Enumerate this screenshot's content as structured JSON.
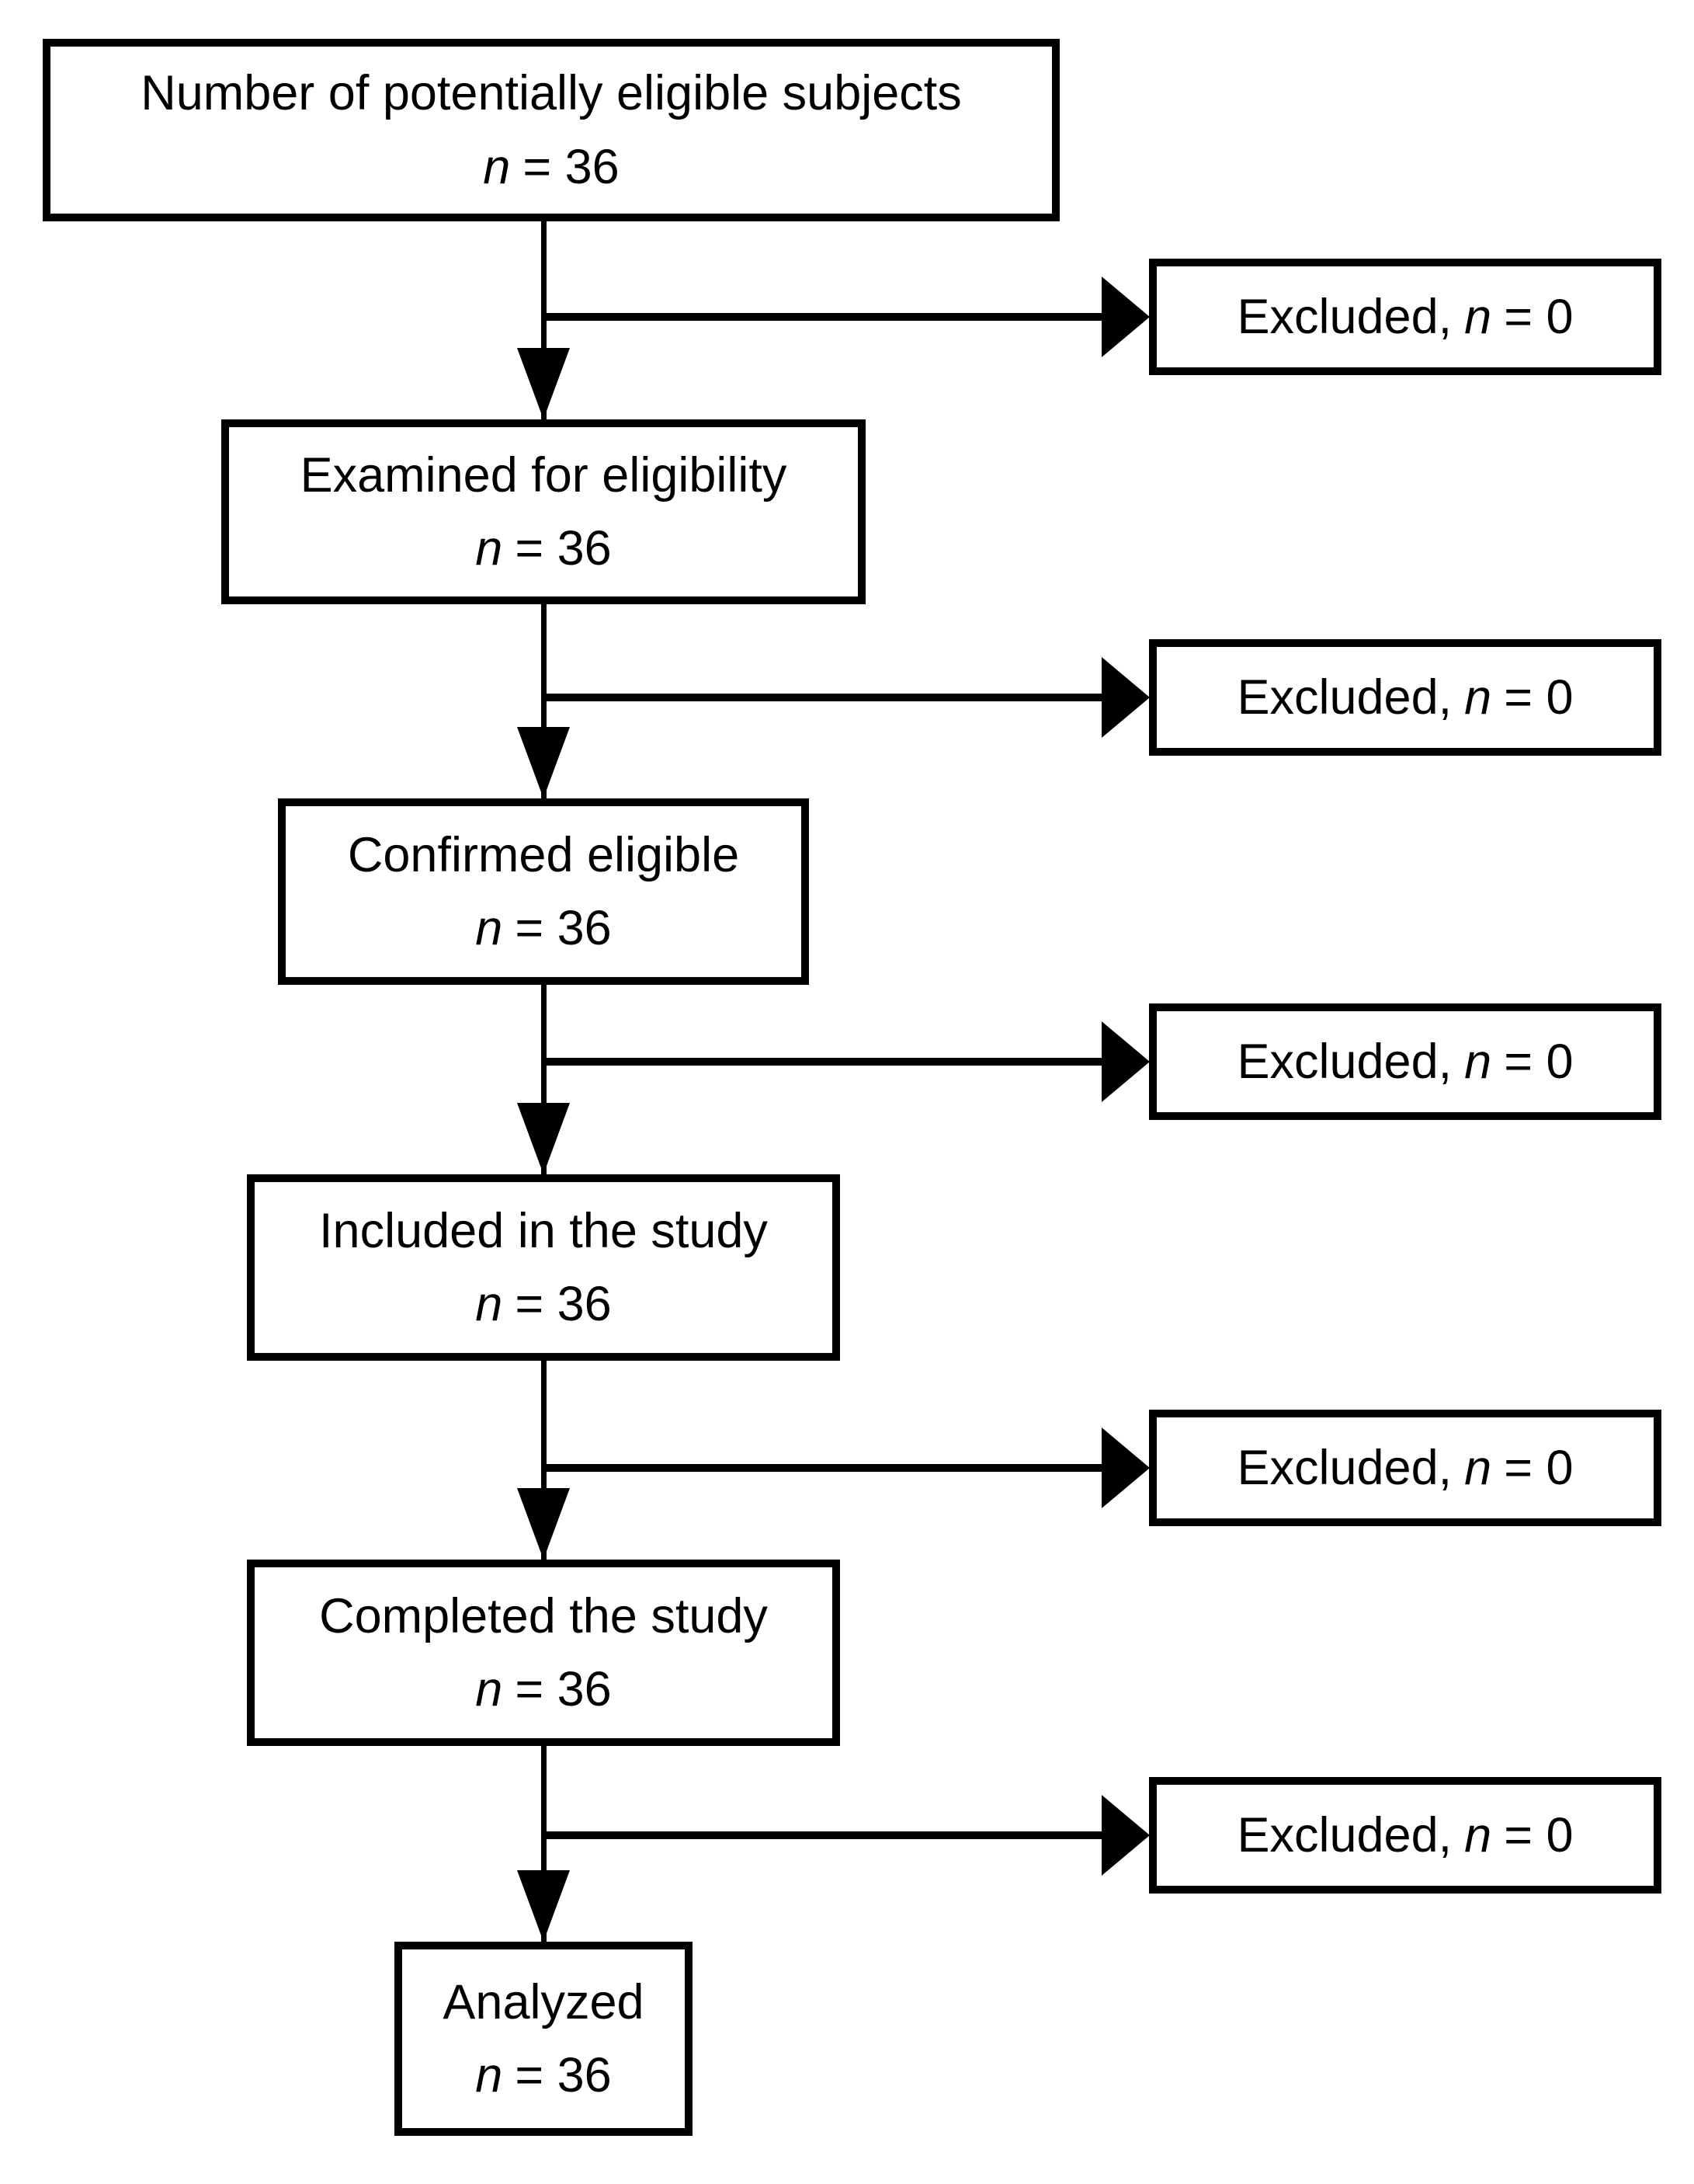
{
  "flow": {
    "steps": [
      {
        "label": "Number of potentially eligible subjects",
        "n_symbol": "n",
        "n_value": "= 36"
      },
      {
        "label": "Examined for eligibility",
        "n_symbol": "n",
        "n_value": "= 36"
      },
      {
        "label": "Confirmed eligible",
        "n_symbol": "n",
        "n_value": "= 36"
      },
      {
        "label": "Included in the study",
        "n_symbol": "n",
        "n_value": "= 36"
      },
      {
        "label": "Completed the study",
        "n_symbol": "n",
        "n_value": "= 36"
      },
      {
        "label": "Analyzed",
        "n_symbol": "n",
        "n_value": "= 36"
      }
    ],
    "exclusions": [
      {
        "prefix": "Excluded,",
        "n_symbol": "n",
        "n_value": "= 0"
      },
      {
        "prefix": "Excluded,",
        "n_symbol": "n",
        "n_value": "= 0"
      },
      {
        "prefix": "Excluded,",
        "n_symbol": "n",
        "n_value": "= 0"
      },
      {
        "prefix": "Excluded,",
        "n_symbol": "n",
        "n_value": "= 0"
      },
      {
        "prefix": "Excluded,",
        "n_symbol": "n",
        "n_value": "= 0"
      }
    ],
    "colors": {
      "line": "#000000",
      "box_border": "#000000",
      "box_background": "#ffffff",
      "text": "#000000",
      "page_background": "#ffffff"
    }
  }
}
